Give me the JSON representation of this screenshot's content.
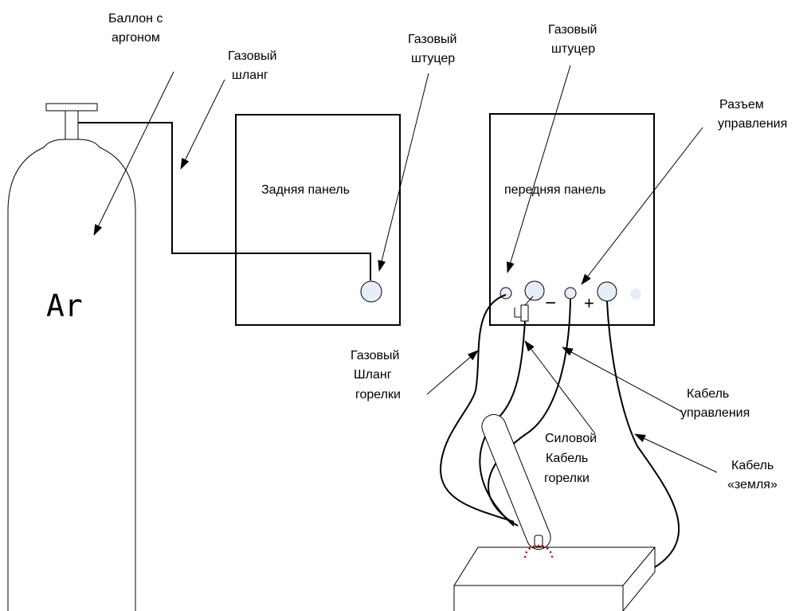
{
  "labels": {
    "cylinder": [
      "Баллон с",
      "аргоном"
    ],
    "gas_hose": [
      "Газовый",
      "шланг"
    ],
    "gas_fitting_rear": [
      "Газовый",
      "штуцер"
    ],
    "gas_fitting_front": [
      "Газовый",
      "штуцер"
    ],
    "control_connector": [
      "Разъем",
      "управления"
    ],
    "rear_panel": "Задняя панель",
    "front_panel": "передняя панель",
    "cylinder_gas": "Ar",
    "torch_gas_hose": [
      "Газовый",
      "Шланг",
      "горелки"
    ],
    "control_cable": [
      "Кабель",
      "управления"
    ],
    "torch_power_cable": [
      "Силовой",
      "Кабель",
      "горелки"
    ],
    "ground_cable": [
      "Кабель",
      "«земля»"
    ],
    "minus_sign": "−",
    "plus_sign": "+"
  }
}
